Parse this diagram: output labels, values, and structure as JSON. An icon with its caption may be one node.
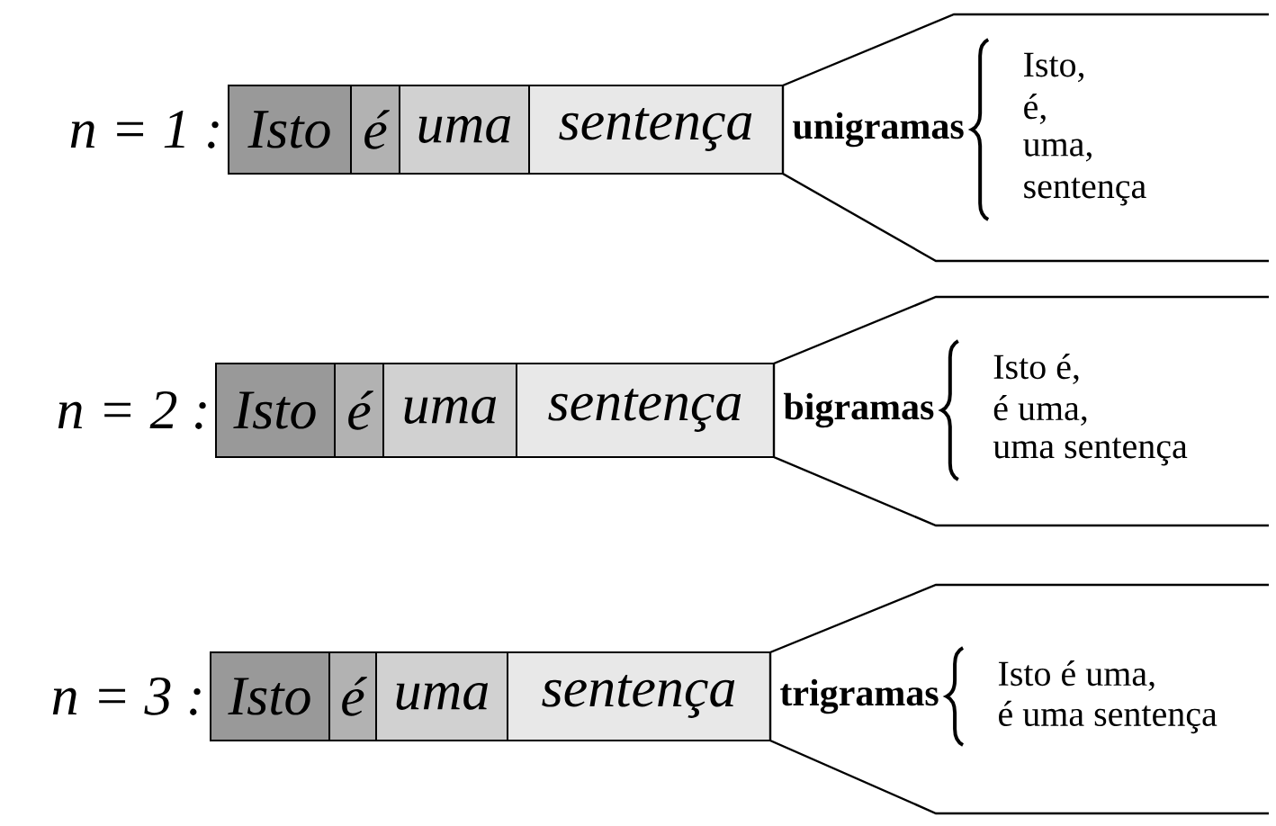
{
  "diagram": {
    "nodes": [
      {
        "text": [
          "Isto"
        ]
      },
      {
        "text": [
          "é"
        ]
      },
      {
        "text": [
          "uma"
        ]
      },
      {
        "text": [
          "sentença"
        ]
      },
      {
        "text": [
          "unigramas",
          "Isto,",
          "é,",
          "uma,",
          "sentença"
        ]
      },
      {
        "text": [
          "Isto"
        ]
      },
      {
        "text": [
          "é"
        ]
      },
      {
        "text": [
          "uma"
        ]
      },
      {
        "text": [
          "sentença"
        ]
      },
      {
        "text": [
          "bigramas",
          "Isto é,",
          "é uma,",
          "uma sentença"
        ]
      },
      {
        "text": [
          "Isto"
        ]
      },
      {
        "text": [
          "é"
        ]
      },
      {
        "text": [
          "uma"
        ]
      },
      {
        "text": [
          "sentença"
        ]
      },
      {
        "text": [
          "trigramas",
          "Isto é uma,",
          "é uma sentença"
        ]
      }
    ],
    "labels": [
      "n = 1 :",
      "n = 2 :",
      "n = 3 :"
    ]
  }
}
